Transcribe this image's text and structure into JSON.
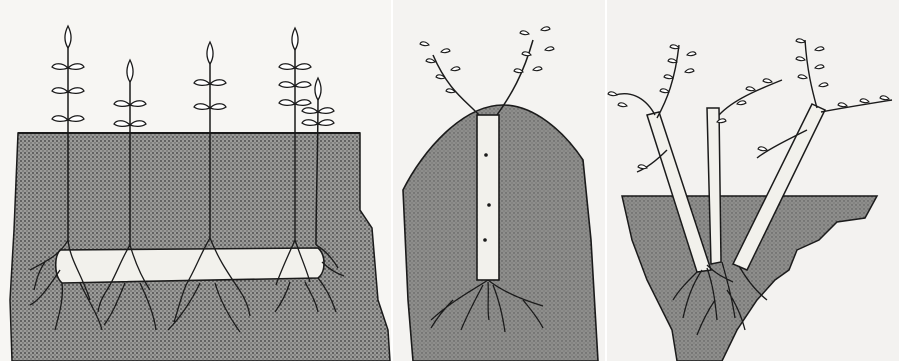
{
  "figure": {
    "panels": [
      {
        "id": "horizontal-root-cutting",
        "plants": 5
      },
      {
        "id": "mound-layering",
        "stems": 1
      },
      {
        "id": "root-division",
        "stems": 3
      }
    ]
  },
  "colors": {
    "soil": "#8a8a88",
    "ink": "#1b1b1b",
    "cutting": "#f2f1ec",
    "paper": "#f6f5f2"
  }
}
